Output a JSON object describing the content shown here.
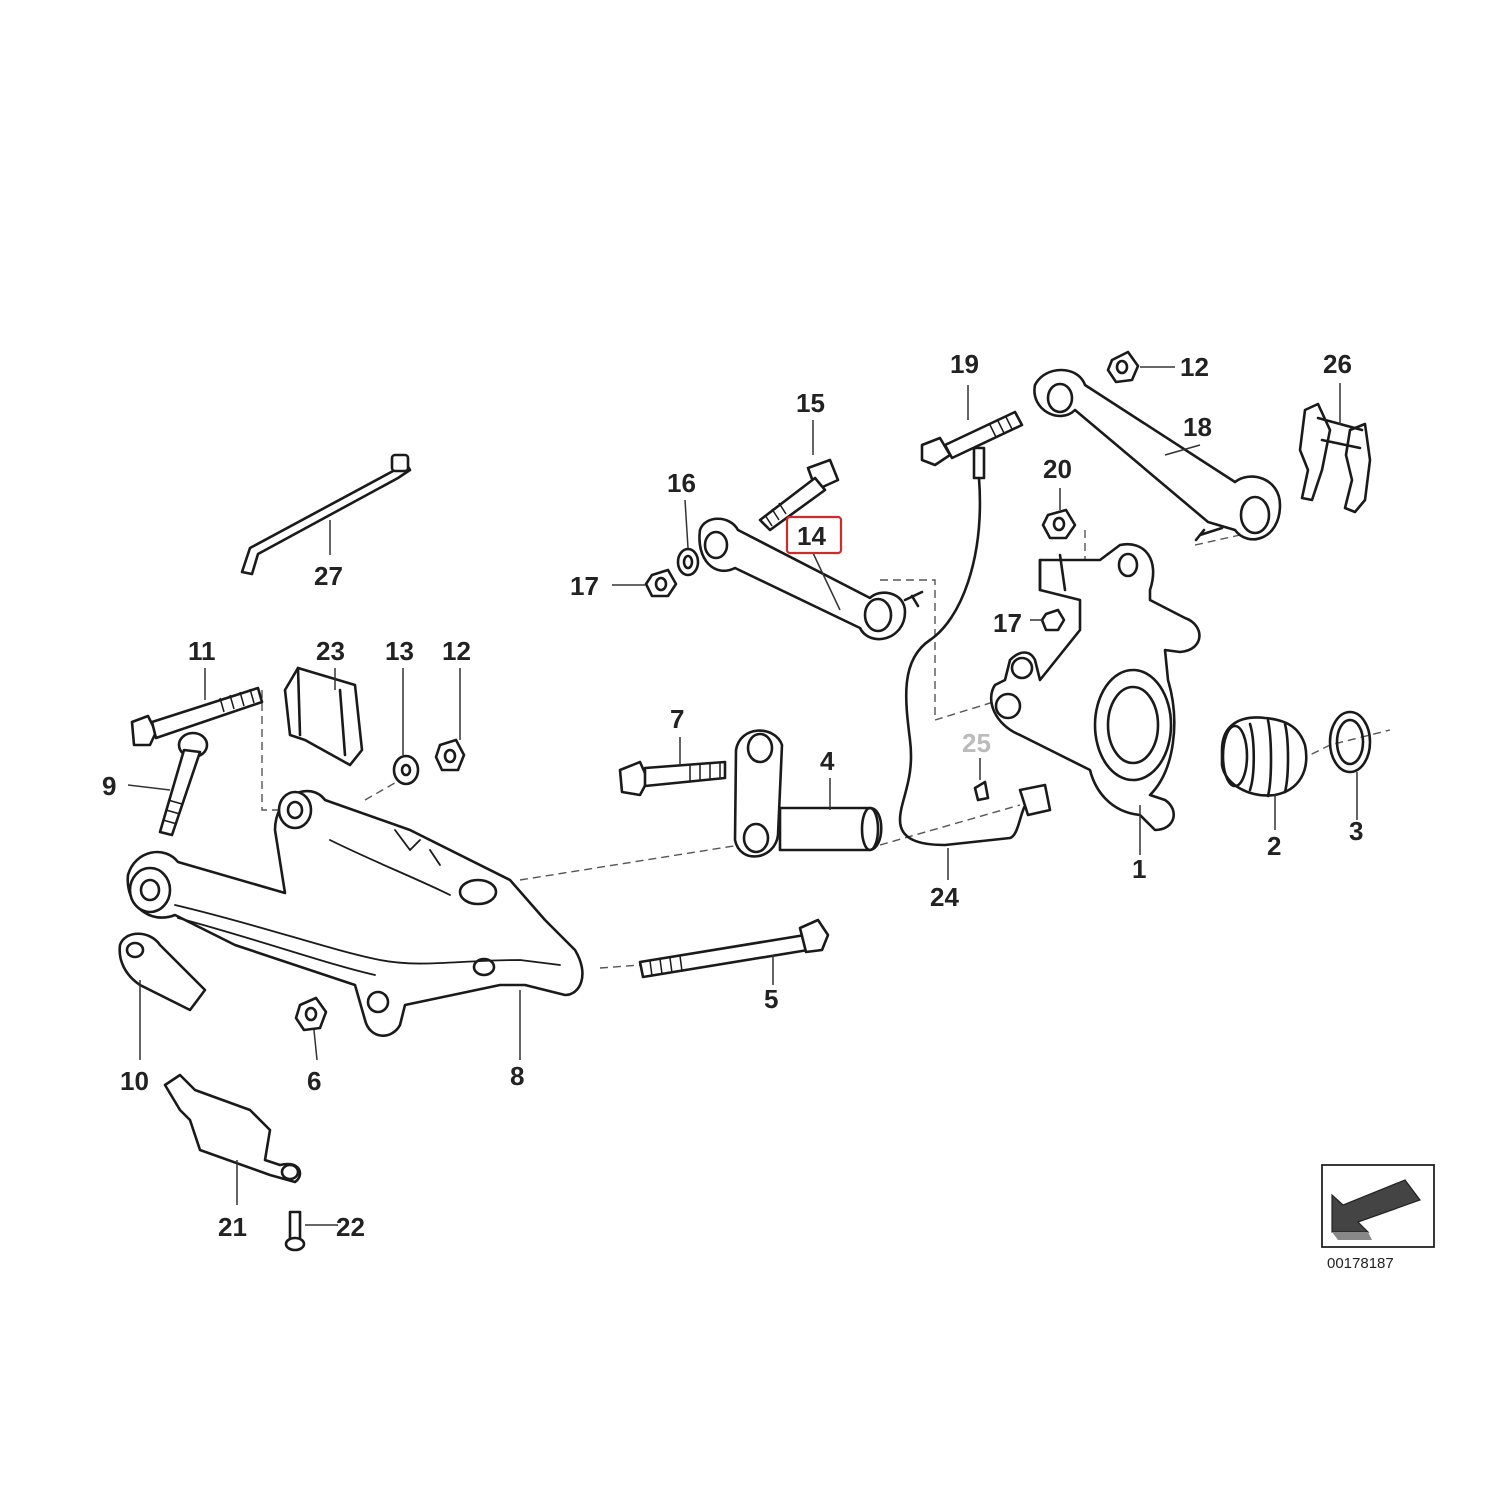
{
  "diagram": {
    "highlight_color": "#d12a2a",
    "highlighted_callout": "14",
    "callouts": {
      "c1": "1",
      "c2": "2",
      "c3": "3",
      "c4": "4",
      "c5": "5",
      "c6": "6",
      "c7": "7",
      "c8": "8",
      "c9": "9",
      "c10": "10",
      "c11": "11",
      "c12a": "12",
      "c12b": "12",
      "c13": "13",
      "c14": "14",
      "c15": "15",
      "c16": "16",
      "c17a": "17",
      "c17b": "17",
      "c18": "18",
      "c19": "19",
      "c20": "20",
      "c21": "21",
      "c22": "22",
      "c23": "23",
      "c24": "24",
      "c25": "25",
      "c26": "26",
      "c27": "27"
    },
    "orientation_icon": "direction-arrow-icon",
    "diagram_code": "00178187"
  }
}
